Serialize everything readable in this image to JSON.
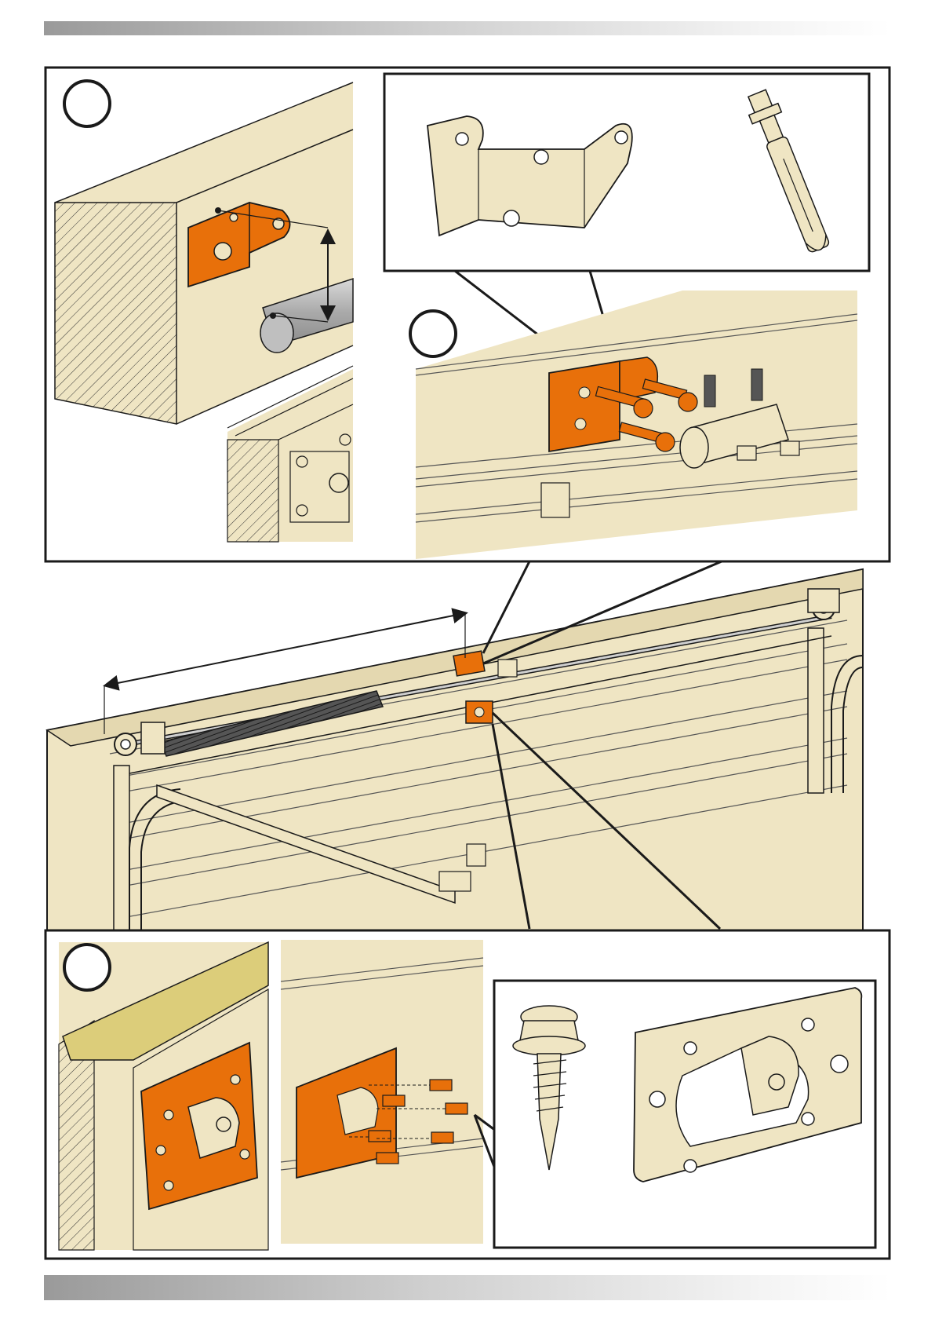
{
  "page": {
    "kind": "installation-manual-illustration"
  },
  "colors": {
    "panel": "#efe5c3",
    "highlight": "#e8700a",
    "rod": "#b9b9b9",
    "rail": "#dccd7a",
    "stroke": "#1a1a1a"
  },
  "steps": [
    {
      "marker": ""
    },
    {
      "marker": ""
    },
    {
      "marker": ""
    }
  ],
  "icons": [
    "header-bar",
    "footer-bar",
    "mounting-bracket-icon",
    "anchor-bolt-icon",
    "self-tapping-screw-icon",
    "bracket-plate-icon",
    "torsion-spring-icon",
    "dimension-arrow-icon"
  ]
}
